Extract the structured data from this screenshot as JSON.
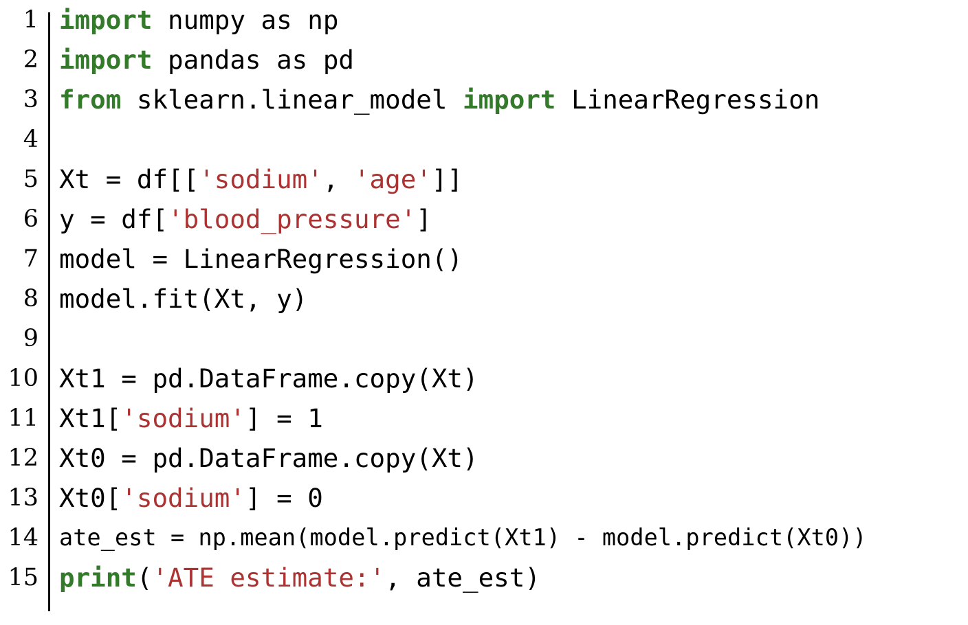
{
  "editor": {
    "language": "python",
    "gutter_visible": true,
    "theme": {
      "background": "#ffffff",
      "foreground": "#000000",
      "keyword": "#337a2a",
      "string": "#ad3333",
      "gutter_rule": "#111111",
      "line_number": "#000000"
    },
    "line_count": 15
  },
  "lines": [
    {
      "number": "1",
      "text": "import numpy as np",
      "tokens": [
        {
          "t": "import",
          "k": "kw"
        },
        {
          "t": " numpy as np",
          "k": "plain"
        }
      ]
    },
    {
      "number": "2",
      "text": "import pandas as pd",
      "tokens": [
        {
          "t": "import",
          "k": "kw"
        },
        {
          "t": " pandas as pd",
          "k": "plain"
        }
      ]
    },
    {
      "number": "3",
      "text": "from sklearn.linear_model import LinearRegression",
      "tokens": [
        {
          "t": "from",
          "k": "kw"
        },
        {
          "t": " sklearn.linear_model ",
          "k": "plain"
        },
        {
          "t": "import",
          "k": "kw"
        },
        {
          "t": " LinearRegression",
          "k": "plain"
        }
      ]
    },
    {
      "number": "4",
      "text": "",
      "tokens": []
    },
    {
      "number": "5",
      "text": "Xt = df[['sodium', 'age']]",
      "tokens": [
        {
          "t": "Xt = df[[",
          "k": "plain"
        },
        {
          "t": "'sodium'",
          "k": "str"
        },
        {
          "t": ", ",
          "k": "plain"
        },
        {
          "t": "'age'",
          "k": "str"
        },
        {
          "t": "]]",
          "k": "plain"
        }
      ]
    },
    {
      "number": "6",
      "text": "y = df['blood_pressure']",
      "tokens": [
        {
          "t": "y = df[",
          "k": "plain"
        },
        {
          "t": "'blood_pressure'",
          "k": "str"
        },
        {
          "t": "]",
          "k": "plain"
        }
      ]
    },
    {
      "number": "7",
      "text": "model = LinearRegression()",
      "tokens": [
        {
          "t": "model = LinearRegression()",
          "k": "plain"
        }
      ]
    },
    {
      "number": "8",
      "text": "model.fit(Xt, y)",
      "tokens": [
        {
          "t": "model.fit(Xt, y)",
          "k": "plain"
        }
      ]
    },
    {
      "number": "9",
      "text": "",
      "tokens": []
    },
    {
      "number": "10",
      "text": "Xt1 = pd.DataFrame.copy(Xt)",
      "tokens": [
        {
          "t": "Xt1 = pd.DataFrame.copy(Xt)",
          "k": "plain"
        }
      ]
    },
    {
      "number": "11",
      "text": "Xt1['sodium'] = 1",
      "tokens": [
        {
          "t": "Xt1[",
          "k": "plain"
        },
        {
          "t": "'sodium'",
          "k": "str"
        },
        {
          "t": "] = 1",
          "k": "plain"
        }
      ]
    },
    {
      "number": "12",
      "text": "Xt0 = pd.DataFrame.copy(Xt)",
      "tokens": [
        {
          "t": "Xt0 = pd.DataFrame.copy(Xt)",
          "k": "plain"
        }
      ]
    },
    {
      "number": "13",
      "text": "Xt0['sodium'] = 0",
      "tokens": [
        {
          "t": "Xt0[",
          "k": "plain"
        },
        {
          "t": "'sodium'",
          "k": "str"
        },
        {
          "t": "] = 0",
          "k": "plain"
        }
      ]
    },
    {
      "number": "14",
      "text": "ate_est = np.mean(model.predict(Xt1) - model.predict(Xt0))",
      "condensed": true,
      "tokens": [
        {
          "t": "ate_est = np.mean(model.predict(Xt1) - model.predict(Xt0))",
          "k": "plain"
        }
      ]
    },
    {
      "number": "15",
      "text": "print('ATE estimate:', ate_est)",
      "tokens": [
        {
          "t": "print",
          "k": "kw"
        },
        {
          "t": "(",
          "k": "plain"
        },
        {
          "t": "'ATE estimate:'",
          "k": "str"
        },
        {
          "t": ", ate_est)",
          "k": "plain"
        }
      ]
    }
  ]
}
